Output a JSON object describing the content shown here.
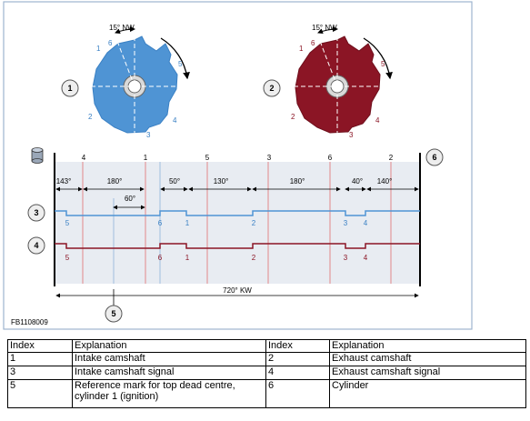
{
  "figure_id": "FB1108009",
  "camshaft_angle": "15° NW",
  "intake_cam_cylinders": [
    "1",
    "6",
    "5",
    "4",
    "3",
    "2"
  ],
  "exhaust_cam_cylinders": [
    "1",
    "6",
    "5",
    "4",
    "3",
    "2"
  ],
  "callouts": [
    "1",
    "2",
    "3",
    "4",
    "5",
    "6"
  ],
  "firing_order": [
    "4",
    "1",
    "5",
    "3",
    "6",
    "2"
  ],
  "interval_angles": [
    "143°",
    "180°",
    "50°",
    "130°",
    "180°",
    "40°",
    "140°"
  ],
  "span_60": "60°",
  "total_angle": "720° KW",
  "intake_signal_marks": [
    "5",
    "6",
    "1",
    "2",
    "3",
    "4"
  ],
  "exhaust_signal_marks": [
    "5",
    "6",
    "1",
    "2",
    "3",
    "4"
  ],
  "colors": {
    "intake": "#4f94d4",
    "intake_dark": "#3a80c4",
    "exhaust": "#8b1525",
    "exhaust_dark": "#6e0f1c",
    "frame": "#9eb4cf",
    "panel": "#e8ecf2"
  },
  "table": {
    "headers": [
      "Index",
      "Explanation",
      "Index",
      "Explanation"
    ],
    "rows": [
      [
        "1",
        "Intake camshaft",
        "2",
        "Exhaust camshaft"
      ],
      [
        "3",
        "Intake camshaft signal",
        "4",
        "Exhaust camshaft signal"
      ],
      [
        "5",
        "Reference mark for top dead centre, cylinder 1 (ignition)",
        "6",
        "Cylinder"
      ]
    ]
  }
}
